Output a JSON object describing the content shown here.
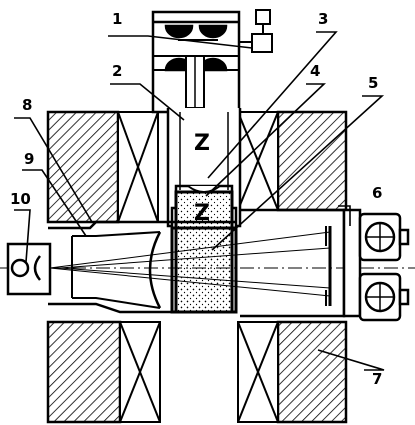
{
  "diagram": {
    "callouts": [
      {
        "id": "1",
        "text": "1"
      },
      {
        "id": "2",
        "text": "2"
      },
      {
        "id": "3",
        "text": "3"
      },
      {
        "id": "4",
        "text": "4"
      },
      {
        "id": "5",
        "text": "5"
      },
      {
        "id": "6",
        "text": "6"
      },
      {
        "id": "7",
        "text": "7"
      },
      {
        "id": "8",
        "text": "8"
      },
      {
        "id": "9",
        "text": "9"
      },
      {
        "id": "10",
        "text": "10"
      }
    ],
    "field_marks": [
      "Z",
      "Z"
    ]
  }
}
